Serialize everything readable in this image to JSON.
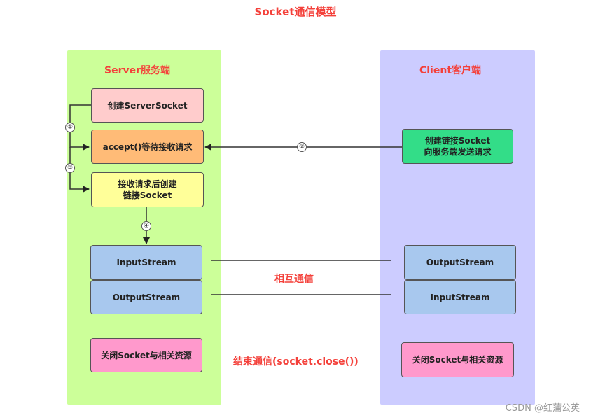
{
  "title": "Socket通信模型",
  "server": {
    "title": "Server服务端",
    "create_socket": "创建ServerSocket",
    "accept": "accept()等待接收请求",
    "create_link": "接收请求后创建\n链接Socket",
    "input_stream": "InputStream",
    "output_stream": "OutputStream",
    "close": "关闭Socket与相关资源"
  },
  "client": {
    "title": "Client客户端",
    "create_link": "创建链接Socket\n向服务端发送请求",
    "output_stream": "OutputStream",
    "input_stream": "InputStream",
    "close": "关闭Socket与相关资源"
  },
  "labels": {
    "mutual": "相互通信",
    "end": "结束通信(socket.close())"
  },
  "steps": [
    "①",
    "②",
    "③",
    "④"
  ],
  "watermark": "CSDN @红蒲公英",
  "colors": {
    "server_panel": "#ccff99",
    "client_panel": "#ccccff",
    "accent_red": "#f4403a"
  }
}
